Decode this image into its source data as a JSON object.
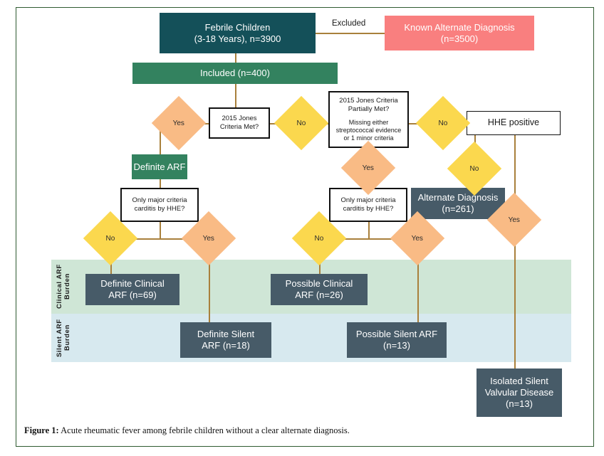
{
  "figure": {
    "caption_label": "Figure 1:",
    "caption_text": " Acute rheumatic fever among febrile children without a clear alternate diagnosis.",
    "frame_color": "#2f5b31",
    "connector_color": "#a9803c"
  },
  "nodes": {
    "febrile_children": "Febrile Children\n(3-18 Years), n=3900",
    "known_alternate_diagnosis": "Known Alternate Diagnosis\n(n=3500)",
    "included": "Included (n=400)",
    "jones_criteria_met": "2015 Jones\nCriteria Met?",
    "jones_criteria_partial_title": "2015 Jones Criteria Partially Met?",
    "jones_criteria_partial_sub": "Missing either streptococcal evidence or 1 minor criteria",
    "hhe_positive": "HHE  positive",
    "definite_arf": "Definite ARF",
    "only_major_criteria_left": "Only major criteria\ncarditis by HHE?",
    "only_major_criteria_mid": "Only major criteria\ncarditis by HHE?",
    "alternate_diagnosis": "Alternate Diagnosis\n(n=261)",
    "definite_clinical_arf": "Definite Clinical\nARF (n=69)",
    "possible_clinical_arf": "Possible Clinical\nARF (n=26)",
    "definite_silent_arf": "Definite Silent\nARF (n=18)",
    "possible_silent_arf": "Possible Silent ARF\n(n=13)",
    "isolated_silent_valvular_disease": "Isolated Silent\nValvular Disease\n(n=13)"
  },
  "decisions": {
    "jones_yes": "Yes",
    "jones_no": "No",
    "partial_yes": "Yes",
    "partial_no": "No",
    "hhe_no": "No",
    "hhe_yes": "Yes",
    "left_major_no": "No",
    "left_major_yes": "Yes",
    "mid_major_no": "No",
    "mid_major_yes": "Yes"
  },
  "edge_labels": {
    "excluded": "Excluded"
  },
  "bands": {
    "clinical": "Clinical ARF\nBurden",
    "silent": "Silent ARF\nBurden",
    "clinical_color": "#cfe6d6",
    "silent_color": "#d7e9ef"
  },
  "palette": {
    "teal": "#145059",
    "green": "#33825f",
    "salmon": "#f97f7f",
    "slate": "#475b68",
    "diamond_yes": "#f9bb85",
    "diamond_no": "#fbd84e"
  }
}
